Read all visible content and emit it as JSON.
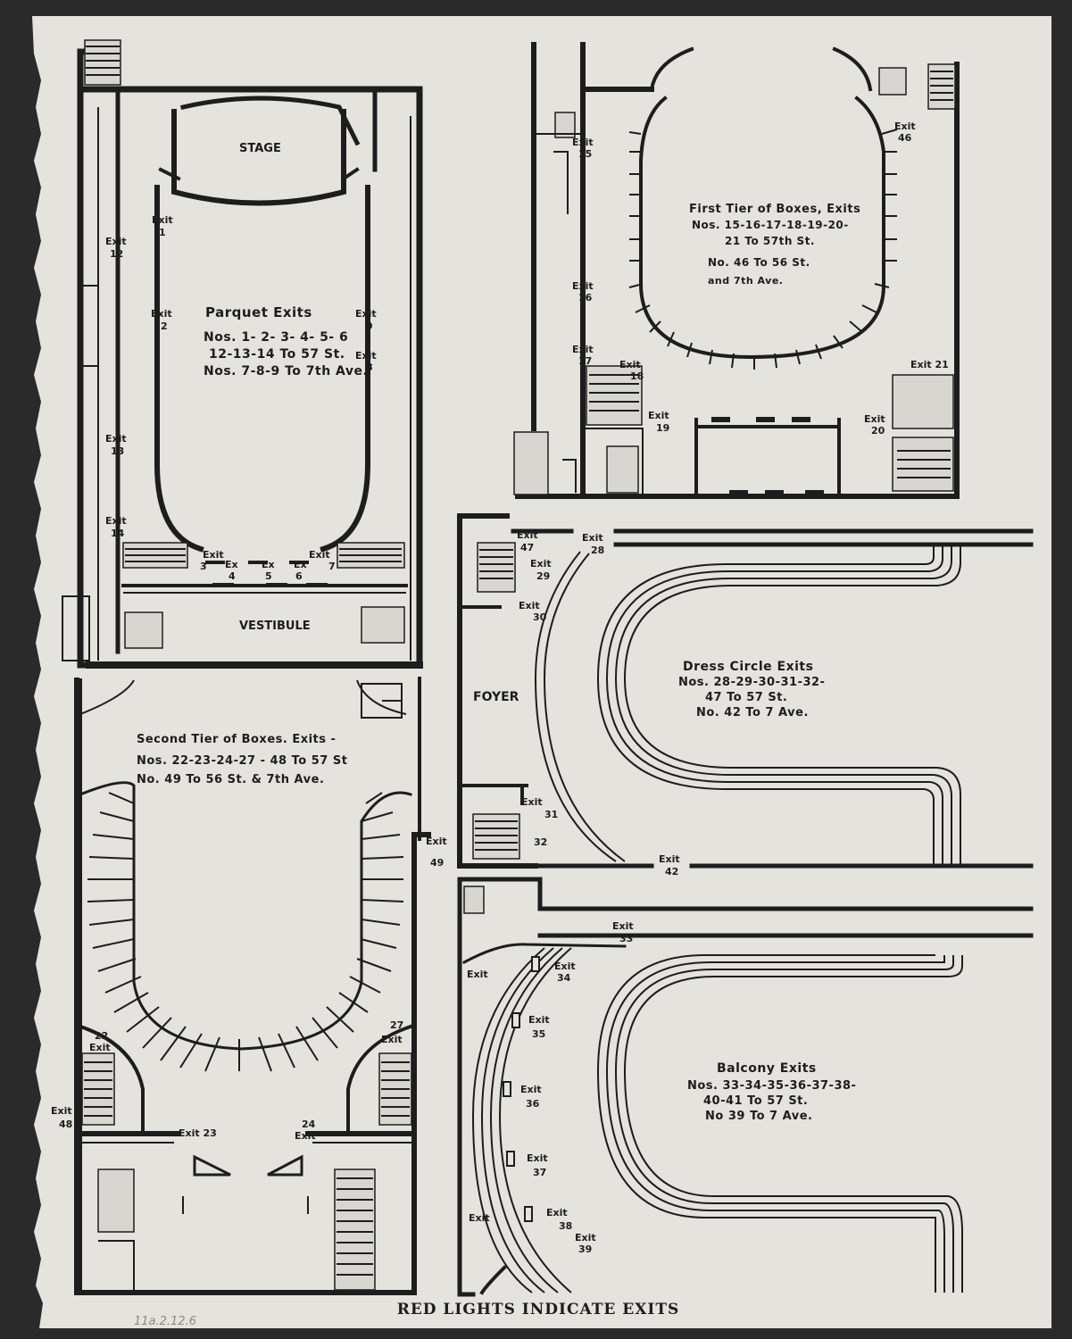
{
  "colors": {
    "background": "#2b2a2b",
    "paper": "#e4e3dd",
    "ink": "#1d1d1d"
  },
  "parquet": {
    "stage": "STAGE",
    "vestibule": "VESTIBULE",
    "title": "Parquet Exits",
    "line1": "Nos. 1- 2- 3- 4- 5- 6",
    "line2": "12-13-14  To  57 St.",
    "line3": "Nos. 7-8-9  To  7th Ave.",
    "exits": {
      "e1": [
        "Exit",
        "1"
      ],
      "e2": [
        "Exit",
        "2"
      ],
      "e12": [
        "Exit",
        "12"
      ],
      "e13": [
        "Exit",
        "13"
      ],
      "e14": [
        "Exit",
        "14"
      ],
      "e9": [
        "Exit",
        "9"
      ],
      "e8": [
        "Exit",
        "8"
      ],
      "e3": [
        "Exit",
        "3"
      ],
      "e4": [
        "Ex",
        "4"
      ],
      "e5": [
        "Ex",
        "5"
      ],
      "e6": [
        "Ex",
        "6"
      ],
      "e7": [
        "Exit",
        "7"
      ]
    }
  },
  "first_tier": {
    "title": "First Tier of Boxes, Exits",
    "line1": "Nos. 15-16-17-18-19-20-",
    "line2": "21  To  57th St.",
    "line3": "No.  46  To 56 St.",
    "line4": "and  7th Ave.",
    "exits": {
      "e15": [
        "Exit",
        "15"
      ],
      "e16": [
        "Exit",
        "16"
      ],
      "e17": [
        "Exit",
        "17"
      ],
      "e18": [
        "Exit",
        "18"
      ],
      "e19": [
        "Exit",
        "19"
      ],
      "e20": [
        "Exit",
        "20"
      ],
      "e21": [
        "Exit 21",
        ""
      ],
      "e46": [
        "Exit",
        "46"
      ]
    }
  },
  "dress_circle": {
    "foyer": "FOYER",
    "title": "Dress Circle Exits",
    "line1": "Nos. 28-29-30-31-32-",
    "line2": "47  To  57 St.",
    "line3": "No. 42  To  7 Ave.",
    "exits": {
      "e47": [
        "Exit",
        "47"
      ],
      "e28": [
        "Exit",
        "28"
      ],
      "e29": [
        "Exit",
        "29"
      ],
      "e30": [
        "Exit",
        "30"
      ],
      "e31": [
        "Exit",
        "31"
      ],
      "e32": [
        "32",
        ""
      ],
      "e42": [
        "Exit",
        "42"
      ]
    }
  },
  "second_tier": {
    "title": "Second Tier of Boxes. Exits -",
    "line1": "Nos. 22-23-24-27 - 48  To 57 St",
    "line2": "No.  49  To 56 St. & 7th Ave.",
    "exits": {
      "e49": [
        "Exit",
        "49"
      ],
      "e22": [
        "22",
        "Exit"
      ],
      "e27": [
        "27",
        "Exit"
      ],
      "e48": [
        "Exit",
        "48"
      ],
      "e23": [
        "Exit 23",
        ""
      ],
      "e24": [
        "24",
        "Exit"
      ]
    }
  },
  "balcony": {
    "title": "Balcony Exits",
    "line1": "Nos. 33-34-35-36-37-38-",
    "line2": "40-41  To  57 St.",
    "line3": "No 39  To  7 Ave.",
    "exits": {
      "e33": [
        "Exit",
        "33"
      ],
      "e34": [
        "Exit",
        "34"
      ],
      "e35": [
        "Exit",
        "35"
      ],
      "e36": [
        "Exit",
        "36"
      ],
      "e37": [
        "Exit",
        "37"
      ],
      "e38": [
        "Exit",
        "38"
      ],
      "e39": [
        "Exit",
        "39"
      ],
      "eL1": [
        "Exit",
        ""
      ],
      "eL2": [
        "Exit",
        ""
      ]
    }
  },
  "footer": {
    "notice": "RED  LIGHTS  INDICATE  EXITS",
    "handwritten": "11a.2.12.6"
  }
}
